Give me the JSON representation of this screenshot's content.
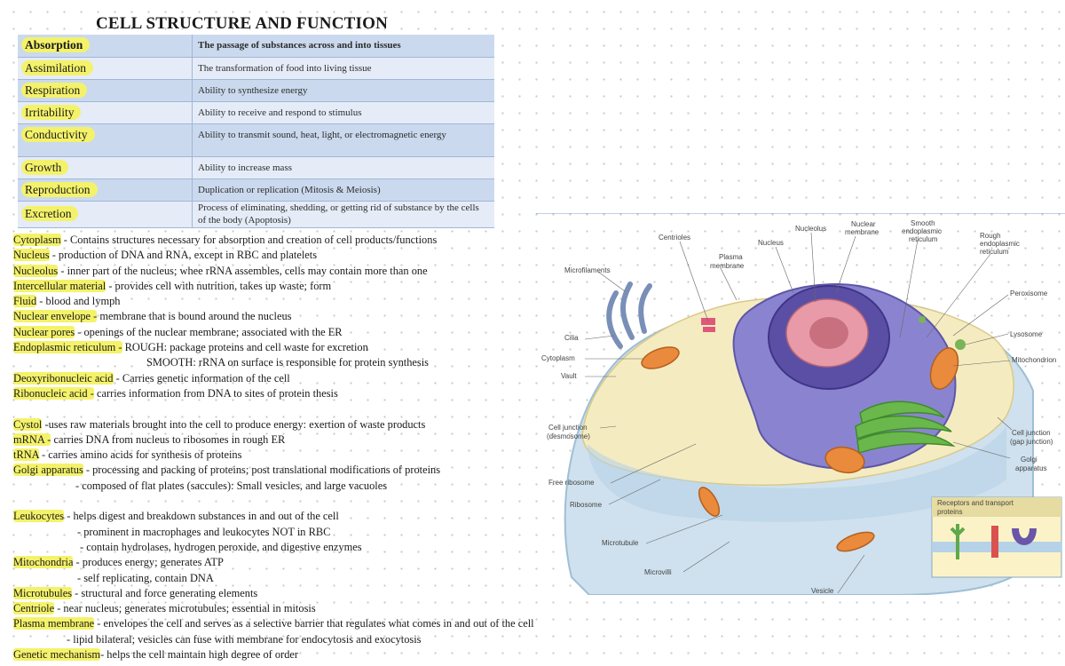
{
  "title": "CELL STRUCTURE AND FUNCTION",
  "functions": [
    {
      "term": "Absorption",
      "desc": "The passage of substances across and into tissues"
    },
    {
      "term": "Assimilation",
      "desc": "The transformation of food into living tissue"
    },
    {
      "term": "Respiration",
      "desc": "Ability to synthesize energy"
    },
    {
      "term": "Irritability",
      "desc": "Ability to receive and respond to stimulus"
    },
    {
      "term": "Conductivity",
      "desc": "Ability to transmit sound, heat, light, or electromagnetic energy"
    },
    {
      "term": "Growth",
      "desc": "Ability to increase mass"
    },
    {
      "term": "Reproduction",
      "desc": "Duplication or replication (Mitosis & Meiosis)"
    },
    {
      "term": "Excretion",
      "desc": "Process of eliminating, shedding, or getting rid of substance by the cells of the body (Apoptosis)"
    }
  ],
  "notes": {
    "cytoplasm": {
      "term": "Cytoplasm",
      "text": " - Contains structures necessary for absorption and creation of cell products/functions"
    },
    "nucleus": {
      "term": "Nucleus",
      "text": " - production of DNA and RNA, except in RBC and platelets"
    },
    "nucleolus": {
      "term": "Nucleolus",
      "text": " - inner part of the nucleus; whee rRNA assembles, cells may contain more than one"
    },
    "intercellular": {
      "term": "Intercellular material",
      "text": " - provides cell with nutrition, takes up waste; form"
    },
    "fluid": {
      "term": "Fluid",
      "text": " - blood and lymph"
    },
    "envelope": {
      "term": "Nuclear envelope -",
      "text": " membrane that is bound around the nucleus"
    },
    "pores": {
      "term": "Nuclear pores",
      "text": " - openings of the nuclear membrane; associated with the ER"
    },
    "er": {
      "term": "Endoplasmic reticulum -",
      "text": " ROUGH: package proteins and cell waste for excretion"
    },
    "er_smooth": "SMOOTH: rRNA on surface is responsible for protein synthesis",
    "dna": {
      "term": "Deoxyribonucleic acid",
      "text": " - Carries genetic information of the cell"
    },
    "rna": {
      "term": "Ribonucleic acid -",
      "text": " carries information from DNA to sites of protein thesis"
    },
    "cystol": {
      "term": "Cystol",
      "text": " -uses raw materials brought into the cell to produce energy: exertion of waste products"
    },
    "mrna": {
      "term": "mRNA -",
      "text": " carries DNA from nucleus to ribosomes in rough ER"
    },
    "trna": {
      "term": "tRNA",
      "text": " - carries amino acids for synthesis of proteins"
    },
    "golgi": {
      "term": "Golgi apparatus",
      "text": " - processing and packing of proteins; post translational modifications of proteins"
    },
    "golgi_2": "- composed of flat plates (saccules): Small vesicles, and large vacuoles",
    "leuko": {
      "term": "Leukocytes",
      "text": " - helps digest and breakdown substances in and out of the cell"
    },
    "leuko_2": "- prominent in macrophages and leukocytes NOT in RBC",
    "leuko_3": "- contain hydrolases, hydrogen peroxide, and digestive enzymes",
    "mito": {
      "term": "Mitochondria",
      "text": " - produces energy; generates ATP"
    },
    "mito_2": "- self replicating, contain DNA",
    "micro": {
      "term": "Microtubules",
      "text": " - structural and force generating elements"
    },
    "centriole": {
      "term": "Centriole",
      "text": " - near nucleus; generates microtubules; essential in mitosis"
    },
    "plasma": {
      "term": "Plasma membrane",
      "text": " - envelopes the cell and serves as a selective barrier that regulates what comes in and out of the cell"
    },
    "plasma_2": "- lipid bilateral; vesicles can fuse with membrane for endocytosis and exocytosis",
    "genetic": {
      "term": "Genetic mechanism",
      "text": "- helps the cell maintain high degree of order"
    }
  },
  "diagram_labels": {
    "centrioles": "Centrioles",
    "plasma_membrane_1": "Plasma",
    "plasma_membrane_2": "membrane",
    "nucleus": "Nucleus",
    "nucleolus": "Nucleolus",
    "nuclear_membrane_1": "Nuclear",
    "nuclear_membrane_2": "membrane",
    "smooth_er_1": "Smooth",
    "smooth_er_2": "endoplasmic",
    "smooth_er_3": "reticulum",
    "rough_er_1": "Rough",
    "rough_er_2": "endoplasmic",
    "rough_er_3": "reticulum",
    "microfilaments": "Microfilaments",
    "peroxisome": "Peroxisome",
    "cilia": "Cilia",
    "lysosome": "Lysosome",
    "cytoplasm": "Cytoplasm",
    "mitochondrion": "Mitochondrion",
    "vault": "Vault",
    "cell_junction_des_1": "Cell junction",
    "cell_junction_des_2": "(desmosome)",
    "cell_junction_gap_1": "Cell junction",
    "cell_junction_gap_2": "(gap junction)",
    "golgi_1": "Golgi",
    "golgi_2": "apparatus",
    "free_ribosome": "Free ribosome",
    "ribosome": "Ribosome",
    "receptors_1": "Receptors and transport",
    "receptors_2": "proteins",
    "microtubule": "Microtubule",
    "microvilli": "Microvilli",
    "vesicle": "Vesicle"
  }
}
